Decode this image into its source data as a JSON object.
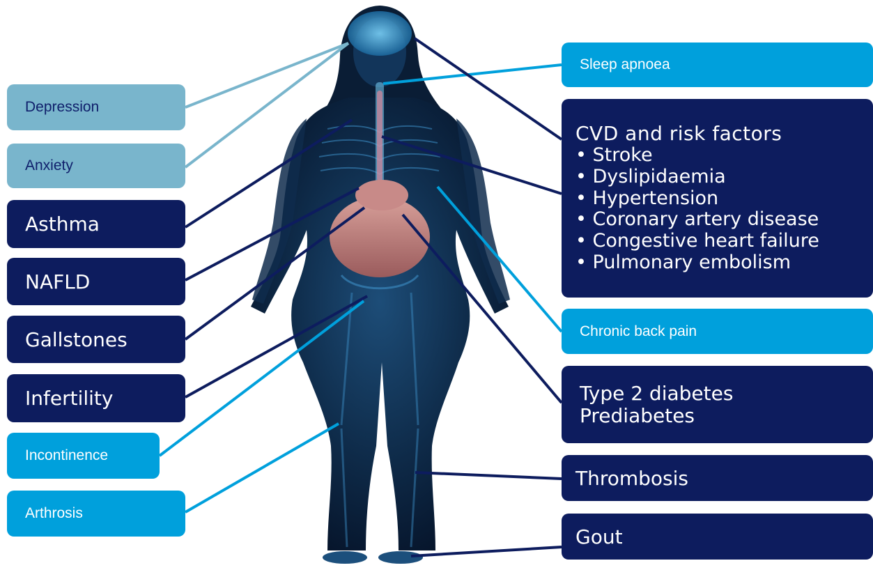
{
  "labels": {
    "depression": "Depression",
    "anxiety": "Anxiety",
    "asthma": "Asthma",
    "nafld": "NAFLD",
    "gallstones": "Gallstones",
    "infertility": "Infertility",
    "incontinence": "Incontinence",
    "arthrosis": "Arthrosis",
    "sleep_apnoea": "Sleep apnoea",
    "cvd_title": "CVD and risk factors",
    "cvd_items": [
      "Stroke",
      "Dyslipidaemia",
      "Hypertension",
      "Coronary artery disease",
      "Congestive heart failure",
      "Pulmonary embolism"
    ],
    "back_pain": "Chronic back pain",
    "diabetes": [
      "Type 2 diabetes",
      "Prediabetes"
    ],
    "thrombosis": "Thrombosis",
    "gout": "Gout"
  },
  "colors": {
    "navy": "#0d1c5e",
    "cyan": "#00a0dc",
    "light_blue": "#79b5cc",
    "body_glow": "#1f5c8c",
    "organs": "#c07a78"
  }
}
